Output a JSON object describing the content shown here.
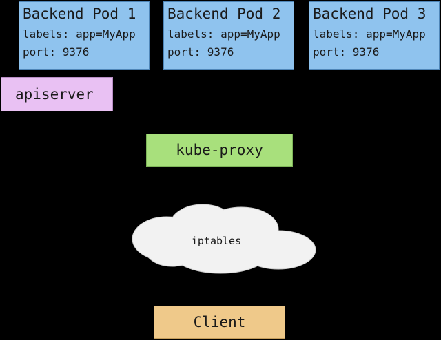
{
  "pods": [
    {
      "title": "Backend Pod 1",
      "labels": "labels: app=MyApp",
      "port": "port: 9376"
    },
    {
      "title": "Backend Pod 2",
      "labels": "labels: app=MyApp",
      "port": "port: 9376"
    },
    {
      "title": "Backend Pod 3",
      "labels": "labels: app=MyApp",
      "port": "port: 9376"
    }
  ],
  "apiserver": {
    "label": "apiserver"
  },
  "kube_proxy": {
    "label": "kube-proxy"
  },
  "iptables": {
    "label": "iptables"
  },
  "client": {
    "label": "Client"
  },
  "colors": {
    "background": "#000000",
    "pod": "#8fc3ee",
    "apiserver": "#e9c1f3",
    "kube_proxy": "#a8e07c",
    "iptables_cloud": "#f2f2f2",
    "client": "#efc98a"
  }
}
